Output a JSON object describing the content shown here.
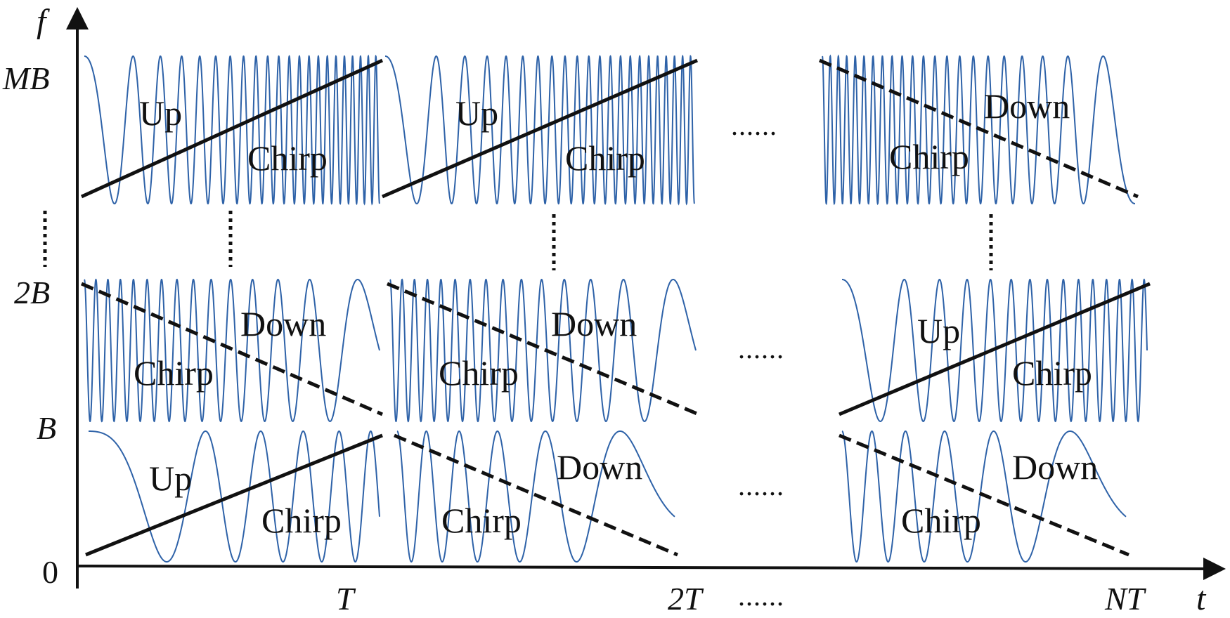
{
  "axes": {
    "y_label": "f",
    "x_label": "t",
    "y_ticks": [
      "MB",
      "2B",
      "B",
      "0"
    ],
    "x_ticks": [
      "T",
      "2T",
      "NT"
    ]
  },
  "panels": [
    {
      "id": "r1c1",
      "band": "top",
      "col": 1,
      "direction": "up",
      "word1": "Up",
      "word2": "Chirp"
    },
    {
      "id": "r1c2",
      "band": "top",
      "col": 2,
      "direction": "up",
      "word1": "Up",
      "word2": "Chirp"
    },
    {
      "id": "r1c3",
      "band": "top",
      "col": 3,
      "direction": "down",
      "word1": "Down",
      "word2": "Chirp"
    },
    {
      "id": "r2c1",
      "band": "mid",
      "col": 1,
      "direction": "down",
      "word1": "Down",
      "word2": "Chirp"
    },
    {
      "id": "r2c2",
      "band": "mid",
      "col": 2,
      "direction": "down",
      "word1": "Down",
      "word2": "Chirp"
    },
    {
      "id": "r2c3",
      "band": "mid",
      "col": 3,
      "direction": "up",
      "word1": "Up",
      "word2": "Chirp"
    },
    {
      "id": "r3c1",
      "band": "bottom",
      "col": 1,
      "direction": "up",
      "word1": "Up",
      "word2": "Chirp"
    },
    {
      "id": "r3c2",
      "band": "bottom",
      "col": 2,
      "direction": "down",
      "word1": "Down",
      "word2": "Chirp"
    },
    {
      "id": "r3c3",
      "band": "bottom",
      "col": 3,
      "direction": "down",
      "word1": "Down",
      "word2": "Chirp"
    }
  ],
  "ellipsis": {
    "horizontal_text": "......",
    "vertical": "dotted"
  },
  "colors": {
    "wave": "#2e62a8",
    "axis": "#111111",
    "background": "#ffffff"
  }
}
